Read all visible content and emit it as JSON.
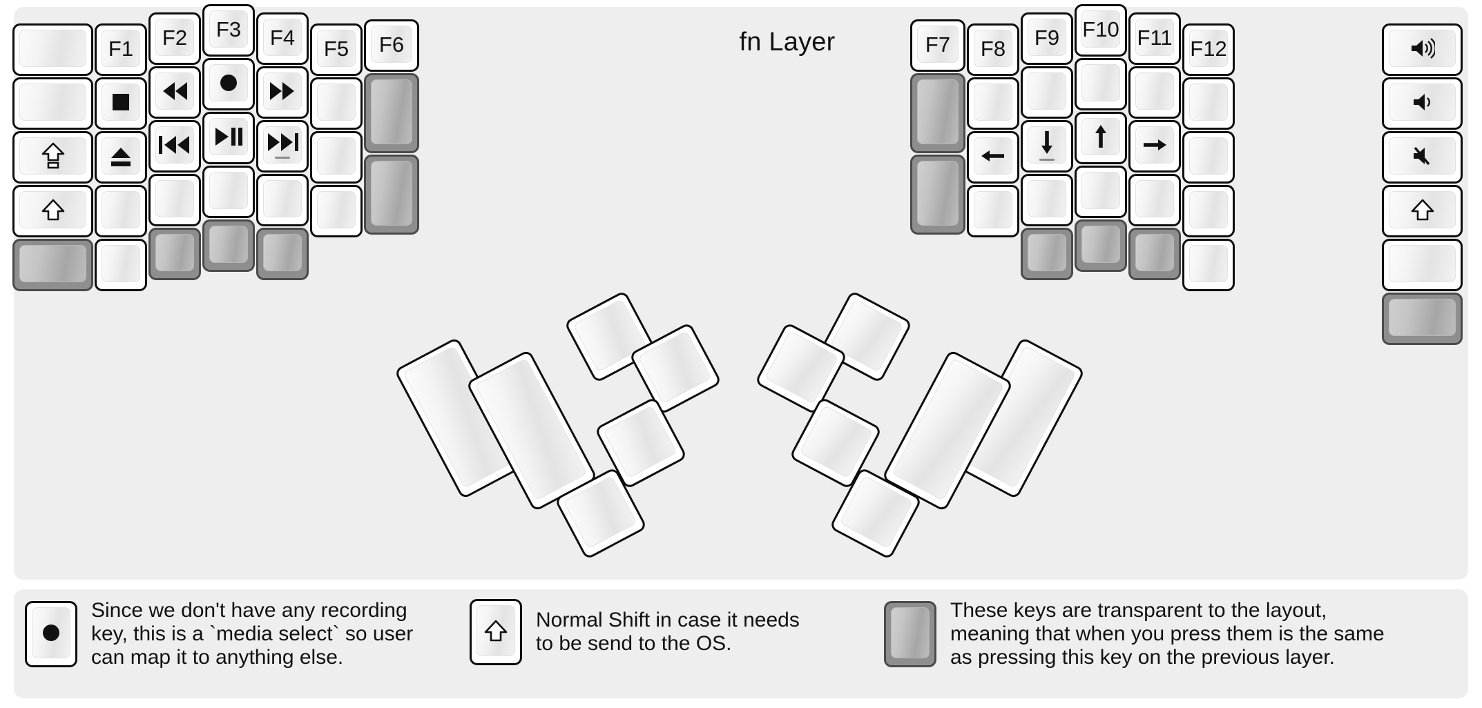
{
  "title": "fn Layer",
  "colors": {
    "background": "#eeeeee",
    "key_fill": "#ffffff",
    "key_border": "#0d0d0d",
    "transparent_fill": "#8e8e8e",
    "transparent_border": "#4a4a4a",
    "label": "#111111"
  },
  "icons": {
    "record": "●",
    "stop": "■",
    "eject": "⏏",
    "rewind": "◀◀",
    "fast_forward": "▶▶",
    "prev_track": "⏮",
    "next_track": "⏭",
    "play_pause": "▶❙❙",
    "caps_lock": "⇧",
    "shift": "⇧",
    "arrow_left": "←",
    "arrow_down": "↓",
    "arrow_up": "↑",
    "arrow_right": "→",
    "volume_up": "🔊",
    "volume_down": "🔉",
    "mute": "🔇"
  },
  "left_half": {
    "columns": [
      {
        "name": "col-outer-left",
        "keys": [
          {
            "name": "key-l1-blank",
            "label": "",
            "icon": "",
            "type": "normal"
          },
          {
            "name": "key-l2-blank",
            "label": "",
            "icon": "",
            "type": "normal"
          },
          {
            "name": "key-caps-lock",
            "label": "",
            "icon": "caps_lock",
            "type": "normal"
          },
          {
            "name": "key-shift-left",
            "label": "",
            "icon": "shift",
            "type": "normal"
          },
          {
            "name": "key-l5-trans",
            "label": "",
            "icon": "",
            "type": "transparent"
          }
        ]
      },
      {
        "name": "col-f1",
        "keys": [
          {
            "name": "key-f1",
            "label": "F1",
            "icon": "",
            "type": "normal"
          },
          {
            "name": "key-stop",
            "label": "",
            "icon": "stop",
            "type": "normal"
          },
          {
            "name": "key-eject",
            "label": "",
            "icon": "eject",
            "type": "normal"
          },
          {
            "name": "key-c2r4-blank",
            "label": "",
            "icon": "",
            "type": "normal"
          },
          {
            "name": "key-c2r5-blank",
            "label": "",
            "icon": "",
            "type": "normal"
          }
        ]
      },
      {
        "name": "col-f2",
        "keys": [
          {
            "name": "key-f2",
            "label": "F2",
            "icon": "",
            "type": "normal"
          },
          {
            "name": "key-rewind",
            "label": "",
            "icon": "rewind",
            "type": "normal"
          },
          {
            "name": "key-prev-track",
            "label": "",
            "icon": "prev_track",
            "type": "normal"
          },
          {
            "name": "key-c3r4-blank",
            "label": "",
            "icon": "",
            "type": "normal"
          },
          {
            "name": "key-c3r5-trans",
            "label": "",
            "icon": "",
            "type": "transparent"
          }
        ]
      },
      {
        "name": "col-f3",
        "keys": [
          {
            "name": "key-f3",
            "label": "F3",
            "icon": "",
            "type": "normal"
          },
          {
            "name": "key-record",
            "label": "",
            "icon": "record",
            "type": "normal"
          },
          {
            "name": "key-play-pause",
            "label": "",
            "icon": "play_pause",
            "type": "normal"
          },
          {
            "name": "key-c4r4-blank",
            "label": "",
            "icon": "",
            "type": "normal"
          },
          {
            "name": "key-c4r5-trans",
            "label": "",
            "icon": "",
            "type": "transparent"
          }
        ]
      },
      {
        "name": "col-f4",
        "keys": [
          {
            "name": "key-f4",
            "label": "F4",
            "icon": "",
            "type": "normal"
          },
          {
            "name": "key-fast-forward",
            "label": "",
            "icon": "fast_forward",
            "type": "normal"
          },
          {
            "name": "key-next-track",
            "label": "",
            "icon": "next_track",
            "type": "normal",
            "underbar": true
          },
          {
            "name": "key-c5r4-blank",
            "label": "",
            "icon": "",
            "type": "normal"
          },
          {
            "name": "key-c5r5-trans",
            "label": "",
            "icon": "",
            "type": "transparent"
          }
        ]
      },
      {
        "name": "col-f5",
        "keys": [
          {
            "name": "key-f5",
            "label": "F5",
            "icon": "",
            "type": "normal"
          },
          {
            "name": "key-c6r2-blank",
            "label": "",
            "icon": "",
            "type": "normal"
          },
          {
            "name": "key-c6r3-blank",
            "label": "",
            "icon": "",
            "type": "normal"
          },
          {
            "name": "key-c6r4-blank",
            "label": "",
            "icon": "",
            "type": "normal"
          }
        ]
      },
      {
        "name": "col-f6",
        "keys": [
          {
            "name": "key-f6",
            "label": "F6",
            "icon": "",
            "type": "normal"
          },
          {
            "name": "key-c7r2-trans",
            "label": "",
            "icon": "",
            "type": "transparent"
          },
          {
            "name": "key-c7r3-trans",
            "label": "",
            "icon": "",
            "type": "transparent"
          }
        ]
      }
    ]
  },
  "right_half": {
    "columns": [
      {
        "name": "col-f7",
        "keys": [
          {
            "name": "key-f7",
            "label": "F7",
            "icon": "",
            "type": "normal"
          },
          {
            "name": "key-r1r2-trans",
            "label": "",
            "icon": "",
            "type": "transparent"
          },
          {
            "name": "key-r1r3-trans",
            "label": "",
            "icon": "",
            "type": "transparent"
          }
        ]
      },
      {
        "name": "col-f8",
        "keys": [
          {
            "name": "key-f8",
            "label": "F8",
            "icon": "",
            "type": "normal"
          },
          {
            "name": "key-r2r2-blank",
            "label": "",
            "icon": "",
            "type": "normal"
          },
          {
            "name": "key-arrow-left",
            "label": "",
            "icon": "arrow_left",
            "type": "normal"
          },
          {
            "name": "key-r2r4-blank",
            "label": "",
            "icon": "",
            "type": "normal"
          }
        ]
      },
      {
        "name": "col-f9",
        "keys": [
          {
            "name": "key-f9",
            "label": "F9",
            "icon": "",
            "type": "normal"
          },
          {
            "name": "key-r3r2-blank",
            "label": "",
            "icon": "",
            "type": "normal"
          },
          {
            "name": "key-arrow-down",
            "label": "",
            "icon": "arrow_down",
            "type": "normal",
            "underbar": true
          },
          {
            "name": "key-r3r4-blank",
            "label": "",
            "icon": "",
            "type": "normal"
          },
          {
            "name": "key-r3r5-trans",
            "label": "",
            "icon": "",
            "type": "transparent"
          }
        ]
      },
      {
        "name": "col-f10",
        "keys": [
          {
            "name": "key-f10",
            "label": "F10",
            "icon": "",
            "type": "normal"
          },
          {
            "name": "key-r4r2-blank",
            "label": "",
            "icon": "",
            "type": "normal"
          },
          {
            "name": "key-arrow-up",
            "label": "",
            "icon": "arrow_up",
            "type": "normal"
          },
          {
            "name": "key-r4r4-blank",
            "label": "",
            "icon": "",
            "type": "normal"
          },
          {
            "name": "key-r4r5-trans",
            "label": "",
            "icon": "",
            "type": "transparent"
          }
        ]
      },
      {
        "name": "col-f11",
        "keys": [
          {
            "name": "key-f11",
            "label": "F11",
            "icon": "",
            "type": "normal"
          },
          {
            "name": "key-r5r2-blank",
            "label": "",
            "icon": "",
            "type": "normal"
          },
          {
            "name": "key-arrow-right",
            "label": "",
            "icon": "arrow_right",
            "type": "normal"
          },
          {
            "name": "key-r5r4-blank",
            "label": "",
            "icon": "",
            "type": "normal"
          },
          {
            "name": "key-r5r5-trans",
            "label": "",
            "icon": "",
            "type": "transparent"
          }
        ]
      },
      {
        "name": "col-f12",
        "keys": [
          {
            "name": "key-f12",
            "label": "F12",
            "icon": "",
            "type": "normal"
          },
          {
            "name": "key-r6r2-blank",
            "label": "",
            "icon": "",
            "type": "normal"
          },
          {
            "name": "key-r6r3-blank",
            "label": "",
            "icon": "",
            "type": "normal"
          },
          {
            "name": "key-r6r4-blank",
            "label": "",
            "icon": "",
            "type": "normal"
          },
          {
            "name": "key-r6r5-blank",
            "label": "",
            "icon": "",
            "type": "normal"
          }
        ]
      },
      {
        "name": "col-outer-right",
        "keys": [
          {
            "name": "key-volume-up",
            "label": "",
            "icon": "volume_up",
            "type": "normal"
          },
          {
            "name": "key-volume-down",
            "label": "",
            "icon": "volume_down",
            "type": "normal"
          },
          {
            "name": "key-mute",
            "label": "",
            "icon": "mute",
            "type": "normal"
          },
          {
            "name": "key-shift-right",
            "label": "",
            "icon": "shift",
            "type": "normal"
          },
          {
            "name": "key-r7r5-blank",
            "label": "",
            "icon": "",
            "type": "normal"
          },
          {
            "name": "key-r7r6-trans",
            "label": "",
            "icon": "",
            "type": "transparent"
          }
        ]
      }
    ]
  },
  "thumb_clusters": {
    "left": [
      {
        "name": "thumb-l-big-1",
        "label": "",
        "type": "normal"
      },
      {
        "name": "thumb-l-big-2",
        "label": "",
        "type": "normal"
      },
      {
        "name": "thumb-l-small-1",
        "label": "",
        "type": "normal"
      },
      {
        "name": "thumb-l-small-2",
        "label": "",
        "type": "normal"
      },
      {
        "name": "thumb-l-small-3",
        "label": "",
        "type": "normal"
      },
      {
        "name": "thumb-l-small-4",
        "label": "",
        "type": "normal"
      }
    ],
    "right": [
      {
        "name": "thumb-r-big-1",
        "label": "",
        "type": "normal"
      },
      {
        "name": "thumb-r-big-2",
        "label": "",
        "type": "normal"
      },
      {
        "name": "thumb-r-small-1",
        "label": "",
        "type": "normal"
      },
      {
        "name": "thumb-r-small-2",
        "label": "",
        "type": "normal"
      },
      {
        "name": "thumb-r-small-3",
        "label": "",
        "type": "normal"
      },
      {
        "name": "thumb-r-small-4",
        "label": "",
        "type": "normal"
      }
    ]
  },
  "legend": [
    {
      "name": "legend-record",
      "icon": "record",
      "key_type": "normal",
      "text": "Since we don't have any recording\nkey, this is a `media select` so user\ncan map it to anything else."
    },
    {
      "name": "legend-shift",
      "icon": "shift",
      "key_type": "normal",
      "text": "Normal Shift in case it needs\nto be send to the OS."
    },
    {
      "name": "legend-transparent",
      "icon": "",
      "key_type": "transparent",
      "text": "These keys are transparent to the layout,\nmeaning that when you press them is the same\nas pressing this key on the previous layer."
    }
  ]
}
